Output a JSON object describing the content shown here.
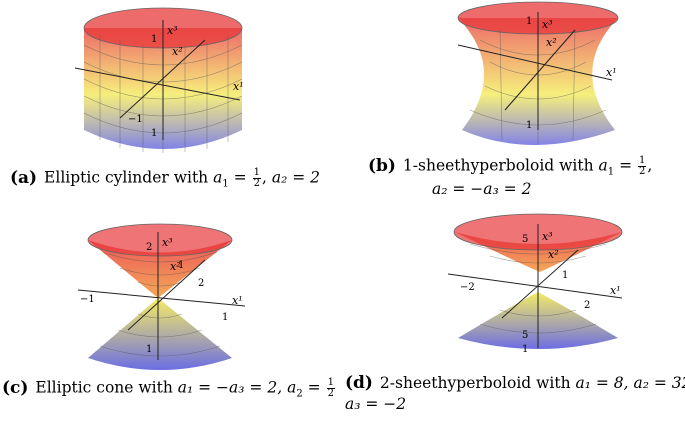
{
  "panels": [
    {
      "id": "a",
      "label": "(a)",
      "caption_line1": "Elliptic cylinder with",
      "math1_var": "a",
      "math1_sub": "1",
      "math1_eq": "=",
      "math1_num": "1",
      "math1_den": "2",
      "sep": ",",
      "math2": "a₂ = 2",
      "axis_labels": {
        "x3": "x³",
        "x2": "x²",
        "x1": "x¹",
        "t1": "1",
        "tm1": "−1",
        "t1b": "1"
      }
    },
    {
      "id": "b",
      "label": "(b)",
      "caption_line1": "1-sheethyperboloid  with",
      "math1_var": "a",
      "math1_sub": "1",
      "math1_eq": "=",
      "math1_num": "1",
      "math1_den": "2",
      "sep": ",",
      "caption_line2": "a₂ = −a₃ = 2",
      "axis_labels": {
        "x3": "x³",
        "x2": "x²",
        "x1": "x¹",
        "t1": "1",
        "t1b": "1"
      }
    },
    {
      "id": "c",
      "label": "(c)",
      "caption_line1": "Elliptic cone with",
      "math1": "a₁ = −a₃ = 2,",
      "math2_var": "a",
      "math2_sub": "2",
      "math2_eq": "=",
      "math2_num": "1",
      "math2_den": "2",
      "axis_labels": {
        "x3": "x³",
        "x2": "x²",
        "x1": "x¹",
        "t1": "1",
        "tm1": "−1",
        "t2": "2",
        "t1c": "1",
        "t2b": "2",
        "t1d": "1"
      }
    },
    {
      "id": "d",
      "label": "(d)",
      "caption_line1": "2-sheethyperboloid  with",
      "math1": "a₁ = 8, a₂ = 32,",
      "caption_line2": "a₃ = −2",
      "axis_labels": {
        "x3": "x³",
        "x2": "x²",
        "x1": "x¹",
        "t5": "5",
        "t1": "1",
        "tm2": "−2",
        "t2": "2",
        "t5b": "5",
        "t1b": "1"
      }
    }
  ],
  "colors": {
    "top": "#e8393a",
    "mid": "#f3e84a",
    "bottom": "#5b5de0",
    "grid": "#444444",
    "axis": "#222222"
  }
}
